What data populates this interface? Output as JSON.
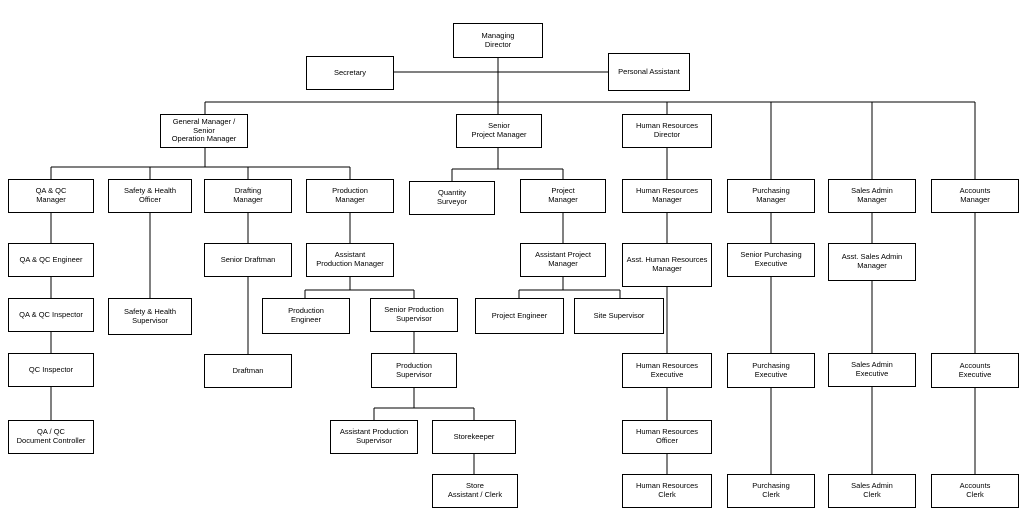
{
  "nodes": {
    "managing_director": "Managing\nDirector",
    "secretary": "Secretary",
    "personal_assistant": "Personal Assistant",
    "gm": "General Manager /\nSenior\nOperation Manager",
    "spm": "Senior\nProject Manager",
    "hr_director": "Human Resources\nDirector",
    "qa_qc_manager": "QA & QC\nManager",
    "safety_officer": "Safety & Health\nOfficer",
    "drafting_manager": "Drafting\nManager",
    "production_manager": "Production\nManager",
    "quantity_surveyor": "Quantity\nSurveyor",
    "project_manager": "Project\nManager",
    "hr_manager": "Human Resources\nManager",
    "purchasing_manager": "Purchasing\nManager",
    "sales_admin_manager": "Sales Admin\nManager",
    "accounts_manager": "Accounts\nManager",
    "qa_qc_engineer": "QA & QC Engineer",
    "qa_qc_inspector": "QA & QC Inspector",
    "qc_inspector": "QC Inspector",
    "qa_qc_doc_controller": "QA / QC\nDocument Controller",
    "safety_supervisor": "Safety & Health\nSupervisor",
    "senior_draftman": "Senior Draftman",
    "draftman": "Draftman",
    "asst_production_manager": "Assistant\nProduction Manager",
    "production_engineer": "Production\nEngineer",
    "senior_production_supervisor": "Senior Production\nSupervisor",
    "production_supervisor": "Production\nSupervisor",
    "asst_production_supervisor": "Assistant Production\nSupervisor",
    "storekeeper": "Storekeeper",
    "store_assistant": "Store\nAssistant / Clerk",
    "asst_project_manager": "Assistant Project\nManager",
    "project_engineer": "Project Engineer",
    "site_supervisor": "Site Supervisor",
    "asst_hr_manager": "Asst. Human Resources\nManager",
    "hr_executive": "Human Resources\nExecutive",
    "hr_officer": "Human Resources\nOfficer",
    "hr_clerk": "Human Resources\nClerk",
    "senior_purchasing_exec": "Senior Purchasing\nExecutive",
    "purchasing_exec": "Purchasing\nExecutive",
    "purchasing_clerk": "Purchasing\nClerk",
    "asst_sales_admin_manager": "Asst. Sales Admin\nManager",
    "sales_admin_exec": "Sales Admin\nExecutive",
    "sales_admin_clerk": "Sales Admin\nClerk",
    "accounts_exec": "Accounts\nExecutive",
    "accounts_clerk": "Accounts\nClerk"
  }
}
